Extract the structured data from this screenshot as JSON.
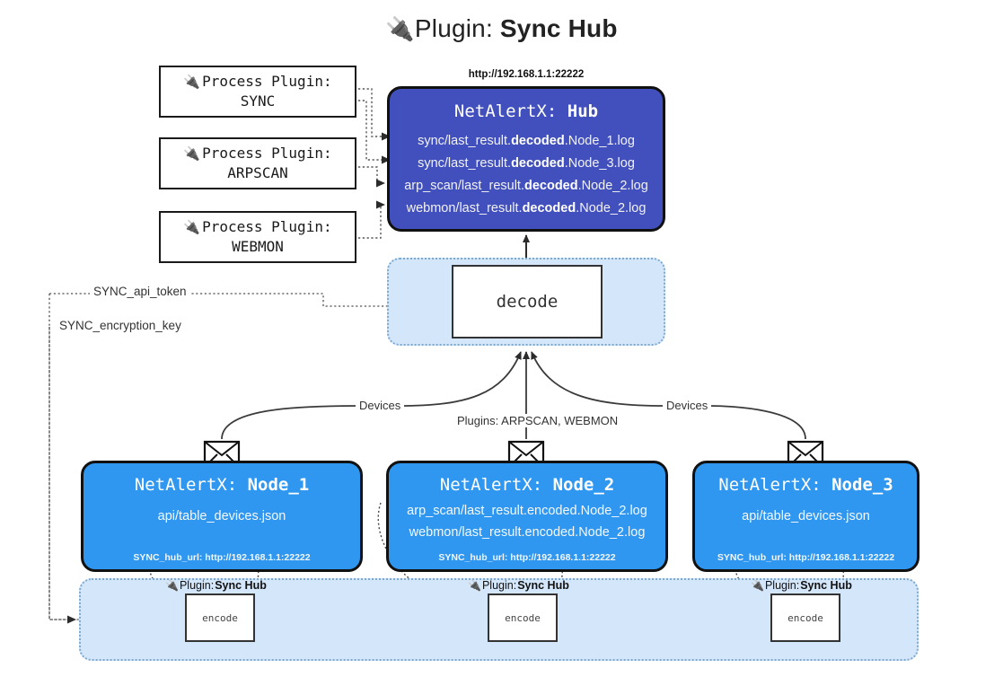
{
  "title": {
    "plug_icon": "🔌",
    "prefix": "Plugin: ",
    "name": "Sync Hub"
  },
  "process_plugins": [
    {
      "icon": "🔌",
      "line1": "Process Plugin:",
      "line2": "SYNC"
    },
    {
      "icon": "🔌",
      "line1": "Process Plugin:",
      "line2": "ARPSCAN"
    },
    {
      "icon": "🔌",
      "line1": "Process Plugin:",
      "line2": "WEBMON"
    }
  ],
  "hub": {
    "url": "http://192.168.1.1:22222",
    "title_prefix": "NetAlertX: ",
    "title_name": "Hub",
    "logs": [
      {
        "pre": "sync/last_result.",
        "mid": "decoded",
        "post": ".Node_1.log"
      },
      {
        "pre": "sync/last_result.",
        "mid": "decoded",
        "post": ".Node_3.log"
      },
      {
        "pre": "arp_scan/last_result.",
        "mid": "decoded",
        "post": ".Node_2.log"
      },
      {
        "pre": "webmon/last_result.",
        "mid": "decoded",
        "post": ".Node_2.log"
      }
    ]
  },
  "decode": {
    "label": "decode"
  },
  "tokens": {
    "api_token": "SYNC_api_token",
    "encryption_key": "SYNC_encryption_key"
  },
  "edge_labels": {
    "devices_left": "Devices",
    "devices_right": "Devices",
    "plugins_center": "Plugins: ARPSCAN, WEBMON"
  },
  "nodes": [
    {
      "title_prefix": "NetAlertX: ",
      "title_name": "Node_1",
      "lines": [
        "api/table_devices.json"
      ],
      "footer": "SYNC_hub_url: http://192.168.1.1:22222"
    },
    {
      "title_prefix": "NetAlertX: ",
      "title_name": "Node_2",
      "lines": [
        "arp_scan/last_result.encoded.Node_2.log",
        "webmon/last_result.encoded.Node_2.log"
      ],
      "footer": "SYNC_hub_url: http://192.168.1.1:22222"
    },
    {
      "title_prefix": "NetAlertX: ",
      "title_name": "Node_3",
      "lines": [
        "api/table_devices.json"
      ],
      "footer": "SYNC_hub_url: http://192.168.1.1:22222"
    }
  ],
  "encoders": [
    {
      "icon": "🔌",
      "label_prefix": "Plugin: ",
      "label_name": "Sync Hub",
      "box": "encode"
    },
    {
      "icon": "🔌",
      "label_prefix": "Plugin: ",
      "label_name": "Sync Hub",
      "box": "encode"
    },
    {
      "icon": "🔌",
      "label_prefix": "Plugin: ",
      "label_name": "Sync Hub",
      "box": "encode"
    }
  ],
  "colors": {
    "hub_fill": "#4250bd",
    "node_fill": "#2f97f0",
    "wrapper_fill": "#d4e6fa",
    "wrapper_border": "#7ca9cf",
    "stroke": "#111111"
  }
}
